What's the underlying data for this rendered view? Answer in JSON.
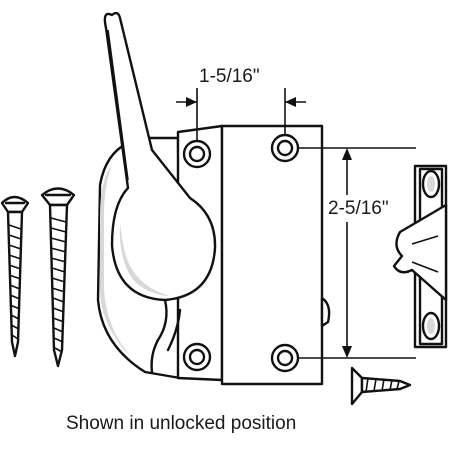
{
  "dimensions": {
    "width_label": "1-5/16\"",
    "height_label": "2-5/16\""
  },
  "caption": "Shown in unlocked position"
}
